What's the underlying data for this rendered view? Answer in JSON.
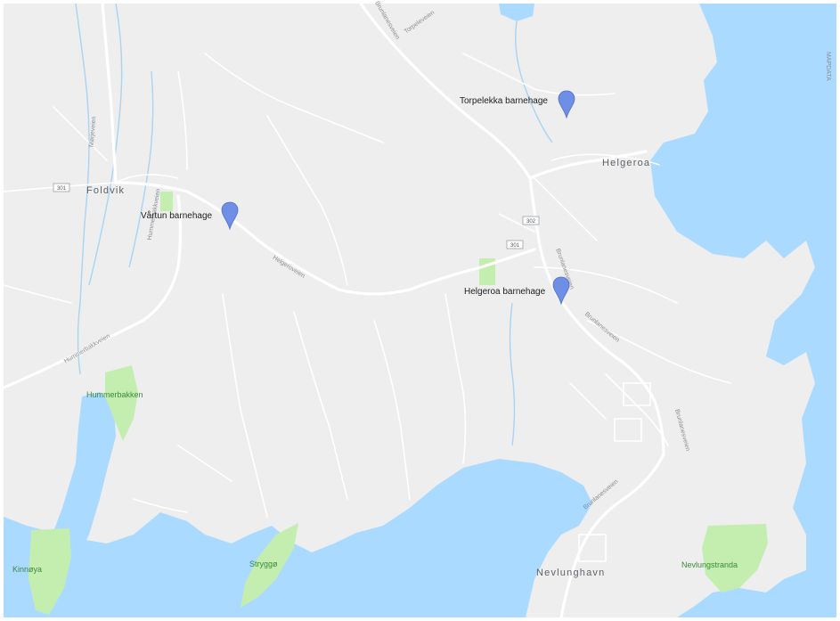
{
  "map": {
    "colors": {
      "land": "#eeeeee",
      "water": "#aadaff",
      "park": "#c4eeb0",
      "road": "#ffffff",
      "stream": "#a8d4f5",
      "pin": "#6f8fe6",
      "border": "#ffffff"
    },
    "places": {
      "foldvik": "Foldvik",
      "helgeroa": "Helgeroa",
      "nevlunghavn": "Nevlunghavn"
    },
    "markers": {
      "torpelekka": "Torpelekka barnehage",
      "vartun": "Vårtun barnehage",
      "helgeroa": "Helgeroa barnehage"
    },
    "parks": {
      "hummerbakken": "Hummerbakken",
      "kinnsholmen": "Kinnøya",
      "stryggo": "Stryggø",
      "nevlungstranda": "Nevlungstranda"
    },
    "roads": {
      "helgeroveien": "Helgeroveien",
      "hummerbakkveien_1": "Hummerbakkveien",
      "hummerbakkveien_2": "Hummerbakkveien",
      "brunlanesveien_1": "Brunlanesveien",
      "brunlanesveien_2": "Brunlanesveien",
      "brunlanesveien_3": "Brunlanesveien",
      "brunlanesveien_4": "Brunlanesveien",
      "brunlanesveien_5": "Brunlanesveien",
      "torpeveien": "Torpeleveien",
      "mørjeveien": "Mørjeveien"
    },
    "shields": {
      "r301_a": "301",
      "r301_b": "301",
      "r302": "302"
    },
    "edge_text": "MAPDATA"
  }
}
